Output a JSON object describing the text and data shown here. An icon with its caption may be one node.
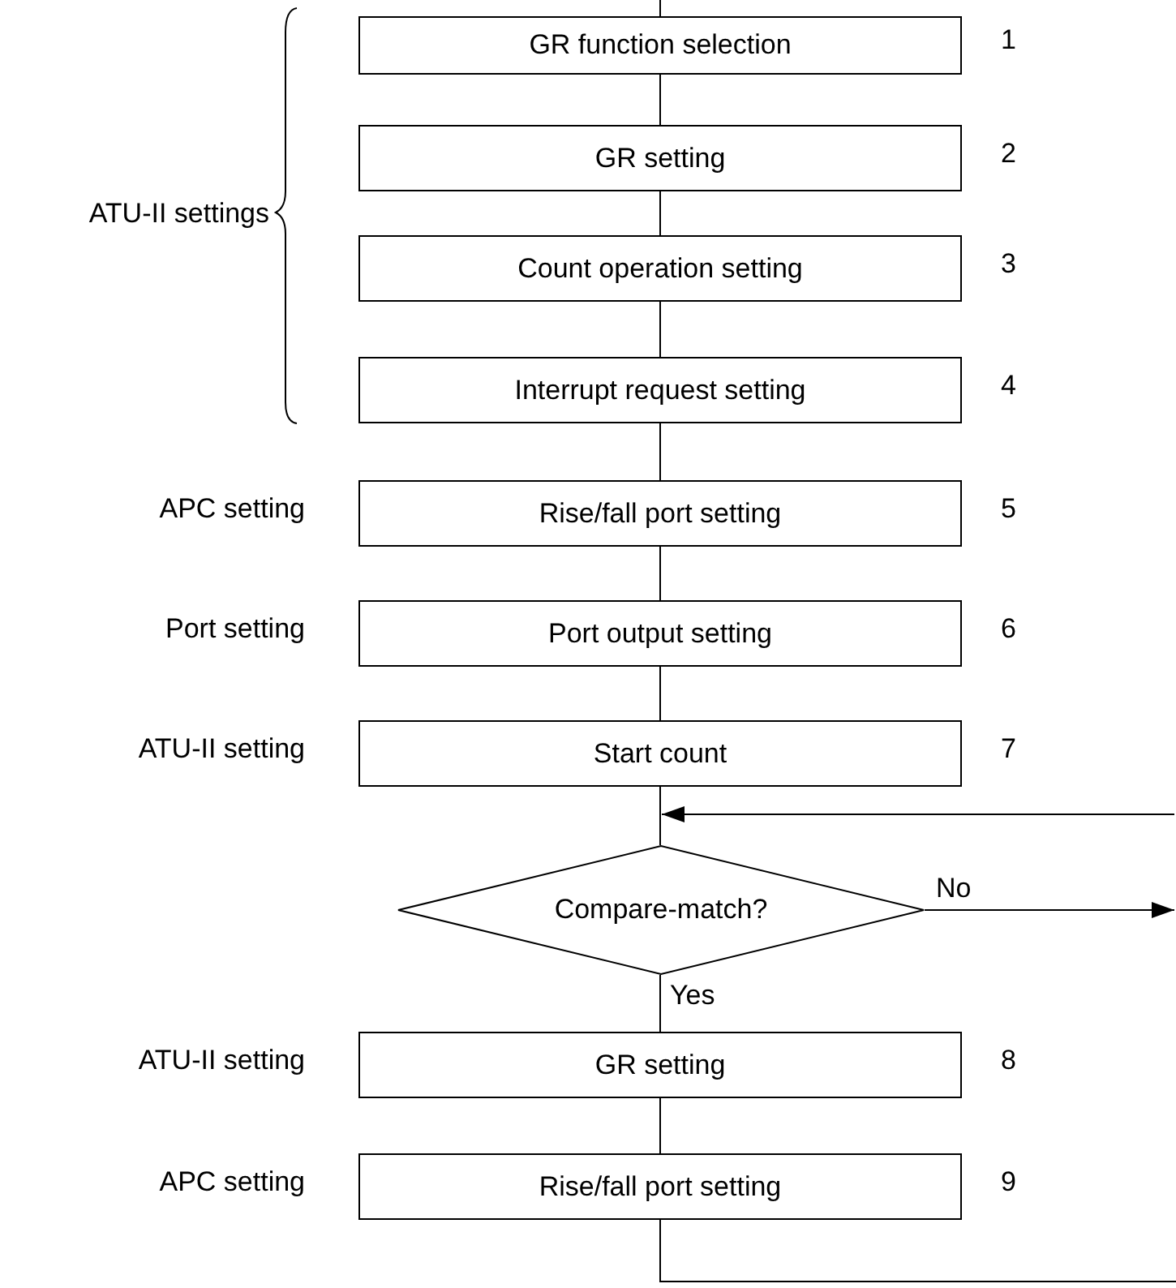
{
  "diagram": {
    "nodes": [
      {
        "text": [
          "GR function selection"
        ],
        "beside": [
          "1"
        ]
      },
      {
        "text": [
          "GR setting"
        ],
        "beside": [
          "2"
        ]
      },
      {
        "text": [
          "Count operation setting"
        ],
        "beside": [
          "3"
        ]
      },
      {
        "text": [
          "Interrupt request setting"
        ],
        "beside": [
          "4"
        ]
      },
      {
        "text": [
          "Rise/fall port setting"
        ],
        "beside": [
          "APC setting",
          "5"
        ]
      },
      {
        "text": [
          "Port output setting"
        ],
        "beside": [
          "Port setting",
          "6"
        ]
      },
      {
        "text": [
          "Start count"
        ],
        "beside": [
          "ATU-II setting",
          "7"
        ]
      },
      {
        "text": [
          "Compare-match?"
        ]
      },
      {
        "text": [
          "GR setting"
        ],
        "beside": [
          "ATU-II setting",
          "8"
        ]
      },
      {
        "text": [
          "Rise/fall port setting"
        ],
        "beside": [
          "APC setting",
          "9"
        ]
      }
    ],
    "edges": [
      {
        "from": null,
        "to": 0,
        "arrow": "none"
      },
      {
        "from": 0,
        "to": 1,
        "arrow": "none"
      },
      {
        "from": 1,
        "to": 2,
        "arrow": "none"
      },
      {
        "from": 2,
        "to": 3,
        "arrow": "none"
      },
      {
        "from": 3,
        "to": 4,
        "arrow": "none"
      },
      {
        "from": 4,
        "to": 5,
        "arrow": "none"
      },
      {
        "from": 5,
        "to": 6,
        "arrow": "none"
      },
      {
        "from": 6,
        "to": 7,
        "arrow": "none"
      },
      {
        "from": 7,
        "to": 8,
        "label": "Yes",
        "arrow": "none"
      },
      {
        "from": 8,
        "to": 9,
        "arrow": "none"
      },
      {
        "from": 7,
        "to": null,
        "label": "No",
        "arrow": "to"
      },
      {
        "from": 9,
        "to": null,
        "arrow": "none"
      },
      {
        "from": null,
        "to": 7,
        "arrow": "to"
      }
    ],
    "labels": [
      "ATU-II settings"
    ]
  }
}
